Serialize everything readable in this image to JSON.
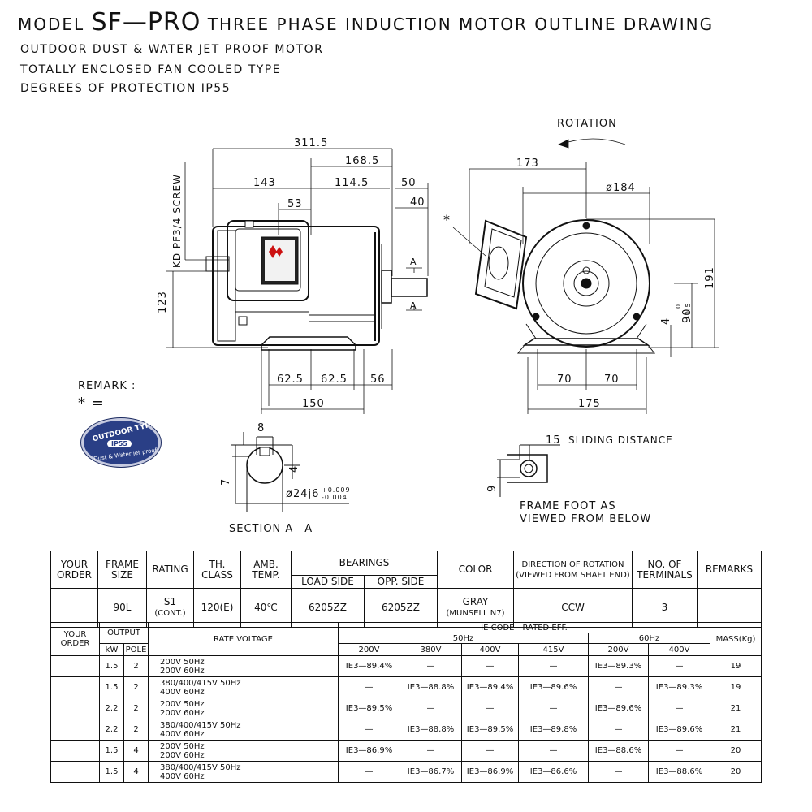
{
  "header": {
    "model_prefix": "MODEL",
    "model_name": "SF—PRO",
    "title_rest": "THREE PHASE INDUCTION MOTOR OUTLINE DRAWING",
    "line1": "OUTDOOR DUST & WATER JET PROOF MOTOR",
    "line2": "TOTALLY ENCLOSED FAN COOLED TYPE",
    "line3": "DEGREES   OF   PROTECTION   IP55"
  },
  "drawing": {
    "rotation": "ROTATION",
    "screw_label": "KD PF3/4 SCREW",
    "dims": {
      "d311_5": "311.5",
      "d168_5": "168.5",
      "d143": "143",
      "d114_5": "114.5",
      "d50": "50",
      "d53": "53",
      "d40": "40",
      "d123": "123",
      "dA": "A",
      "d62_5a": "62.5",
      "d62_5b": "62.5",
      "d56": "56",
      "d150": "150",
      "d173": "173",
      "d184": "ø184",
      "d191": "191",
      "d4": "4",
      "d90": "90",
      "d90_tol_up": "0",
      "d90_tol_low": "-0.5",
      "d70a": "70",
      "d70b": "70",
      "d175": "175",
      "d8": "8",
      "d4b": "4",
      "d7": "7",
      "d24": "ø24j6",
      "d24_tol_up": "+0.009",
      "d24_tol_low": "-0.004",
      "d15": "15",
      "d9": "9"
    },
    "asterisk": "*",
    "section_label": "SECTION A—A",
    "sliding_label": "SLIDING DISTANCE",
    "frame_foot_line1": "FRAME FOOT AS",
    "frame_foot_line2": "VIEWED FROM BELOW",
    "remark_label": "REMARK :",
    "remark_eq": "*  =",
    "badge": {
      "line1": "OUTDOOR TYPE",
      "line2": "IP55",
      "line3": "Dust & Water jet proof"
    }
  },
  "spec_table": {
    "headers": {
      "your_order": "YOUR ORDER",
      "frame_size": "FRAME SIZE",
      "rating": "RATING",
      "th_class": "TH. CLASS",
      "amb_temp": "AMB. TEMP.",
      "bearings": "BEARINGS",
      "load_side": "LOAD SIDE",
      "opp_side": "OPP. SIDE",
      "color": "COLOR",
      "direction": "DIRECTION OF ROTATION (VIEWED FROM SHAFT END)",
      "terminals": "NO. OF TERMINALS",
      "remarks": "REMARKS"
    },
    "row": {
      "your_order": "",
      "frame_size": "90L",
      "rating": "S1",
      "rating_sub": "(CONT.)",
      "th_class": "120(E)",
      "amb_temp": "40℃",
      "load_side": "6205ZZ",
      "opp_side": "6205ZZ",
      "color": "GRAY",
      "color_sub": "(MUNSELL N7)",
      "direction": "CCW",
      "terminals": "3",
      "remarks": ""
    }
  },
  "eff_table": {
    "headers": {
      "your_order": "YOUR ORDER",
      "output": "OUTPUT",
      "kw": "kW",
      "pole": "POLE",
      "rate_voltage": "RATE VOLTAGE",
      "ie_code": "IE CODE—RATED EFF.",
      "hz50": "50Hz",
      "hz60": "60Hz",
      "mass": "MASS(Kg)",
      "v200_50": "200V",
      "v380": "380V",
      "v400_50": "400V",
      "v415": "415V",
      "v200_60": "200V",
      "v400_60": "400V"
    },
    "rows": [
      {
        "kw": "1.5",
        "pole": "2",
        "v1": "200V 50Hz",
        "v2": "200V 60Hz",
        "e200": "IE3—89.4%",
        "e380": "—",
        "e400": "—",
        "e415": "—",
        "f200": "IE3—89.3%",
        "f400": "—",
        "mass": "19"
      },
      {
        "kw": "1.5",
        "pole": "2",
        "v1": "380/400/415V 50Hz",
        "v2": "400V 60Hz",
        "e200": "—",
        "e380": "IE3—88.8%",
        "e400": "IE3—89.4%",
        "e415": "IE3—89.6%",
        "f200": "—",
        "f400": "IE3—89.3%",
        "mass": "19"
      },
      {
        "kw": "2.2",
        "pole": "2",
        "v1": "200V 50Hz",
        "v2": "200V 60Hz",
        "e200": "IE3—89.5%",
        "e380": "—",
        "e400": "—",
        "e415": "—",
        "f200": "IE3—89.6%",
        "f400": "—",
        "mass": "21"
      },
      {
        "kw": "2.2",
        "pole": "2",
        "v1": "380/400/415V 50Hz",
        "v2": "400V 60Hz",
        "e200": "—",
        "e380": "IE3—88.8%",
        "e400": "IE3—89.5%",
        "e415": "IE3—89.8%",
        "f200": "—",
        "f400": "IE3—89.6%",
        "mass": "21"
      },
      {
        "kw": "1.5",
        "pole": "4",
        "v1": "200V 50Hz",
        "v2": "200V 60Hz",
        "e200": "IE3—86.9%",
        "e380": "—",
        "e400": "—",
        "e415": "—",
        "f200": "IE3—88.6%",
        "f400": "—",
        "mass": "20"
      },
      {
        "kw": "1.5",
        "pole": "4",
        "v1": "380/400/415V 50Hz",
        "v2": "400V 60Hz",
        "e200": "—",
        "e380": "IE3—86.7%",
        "e400": "IE3—86.9%",
        "e415": "IE3—86.6%",
        "f200": "—",
        "f400": "IE3—88.6%",
        "mass": "20"
      }
    ]
  }
}
